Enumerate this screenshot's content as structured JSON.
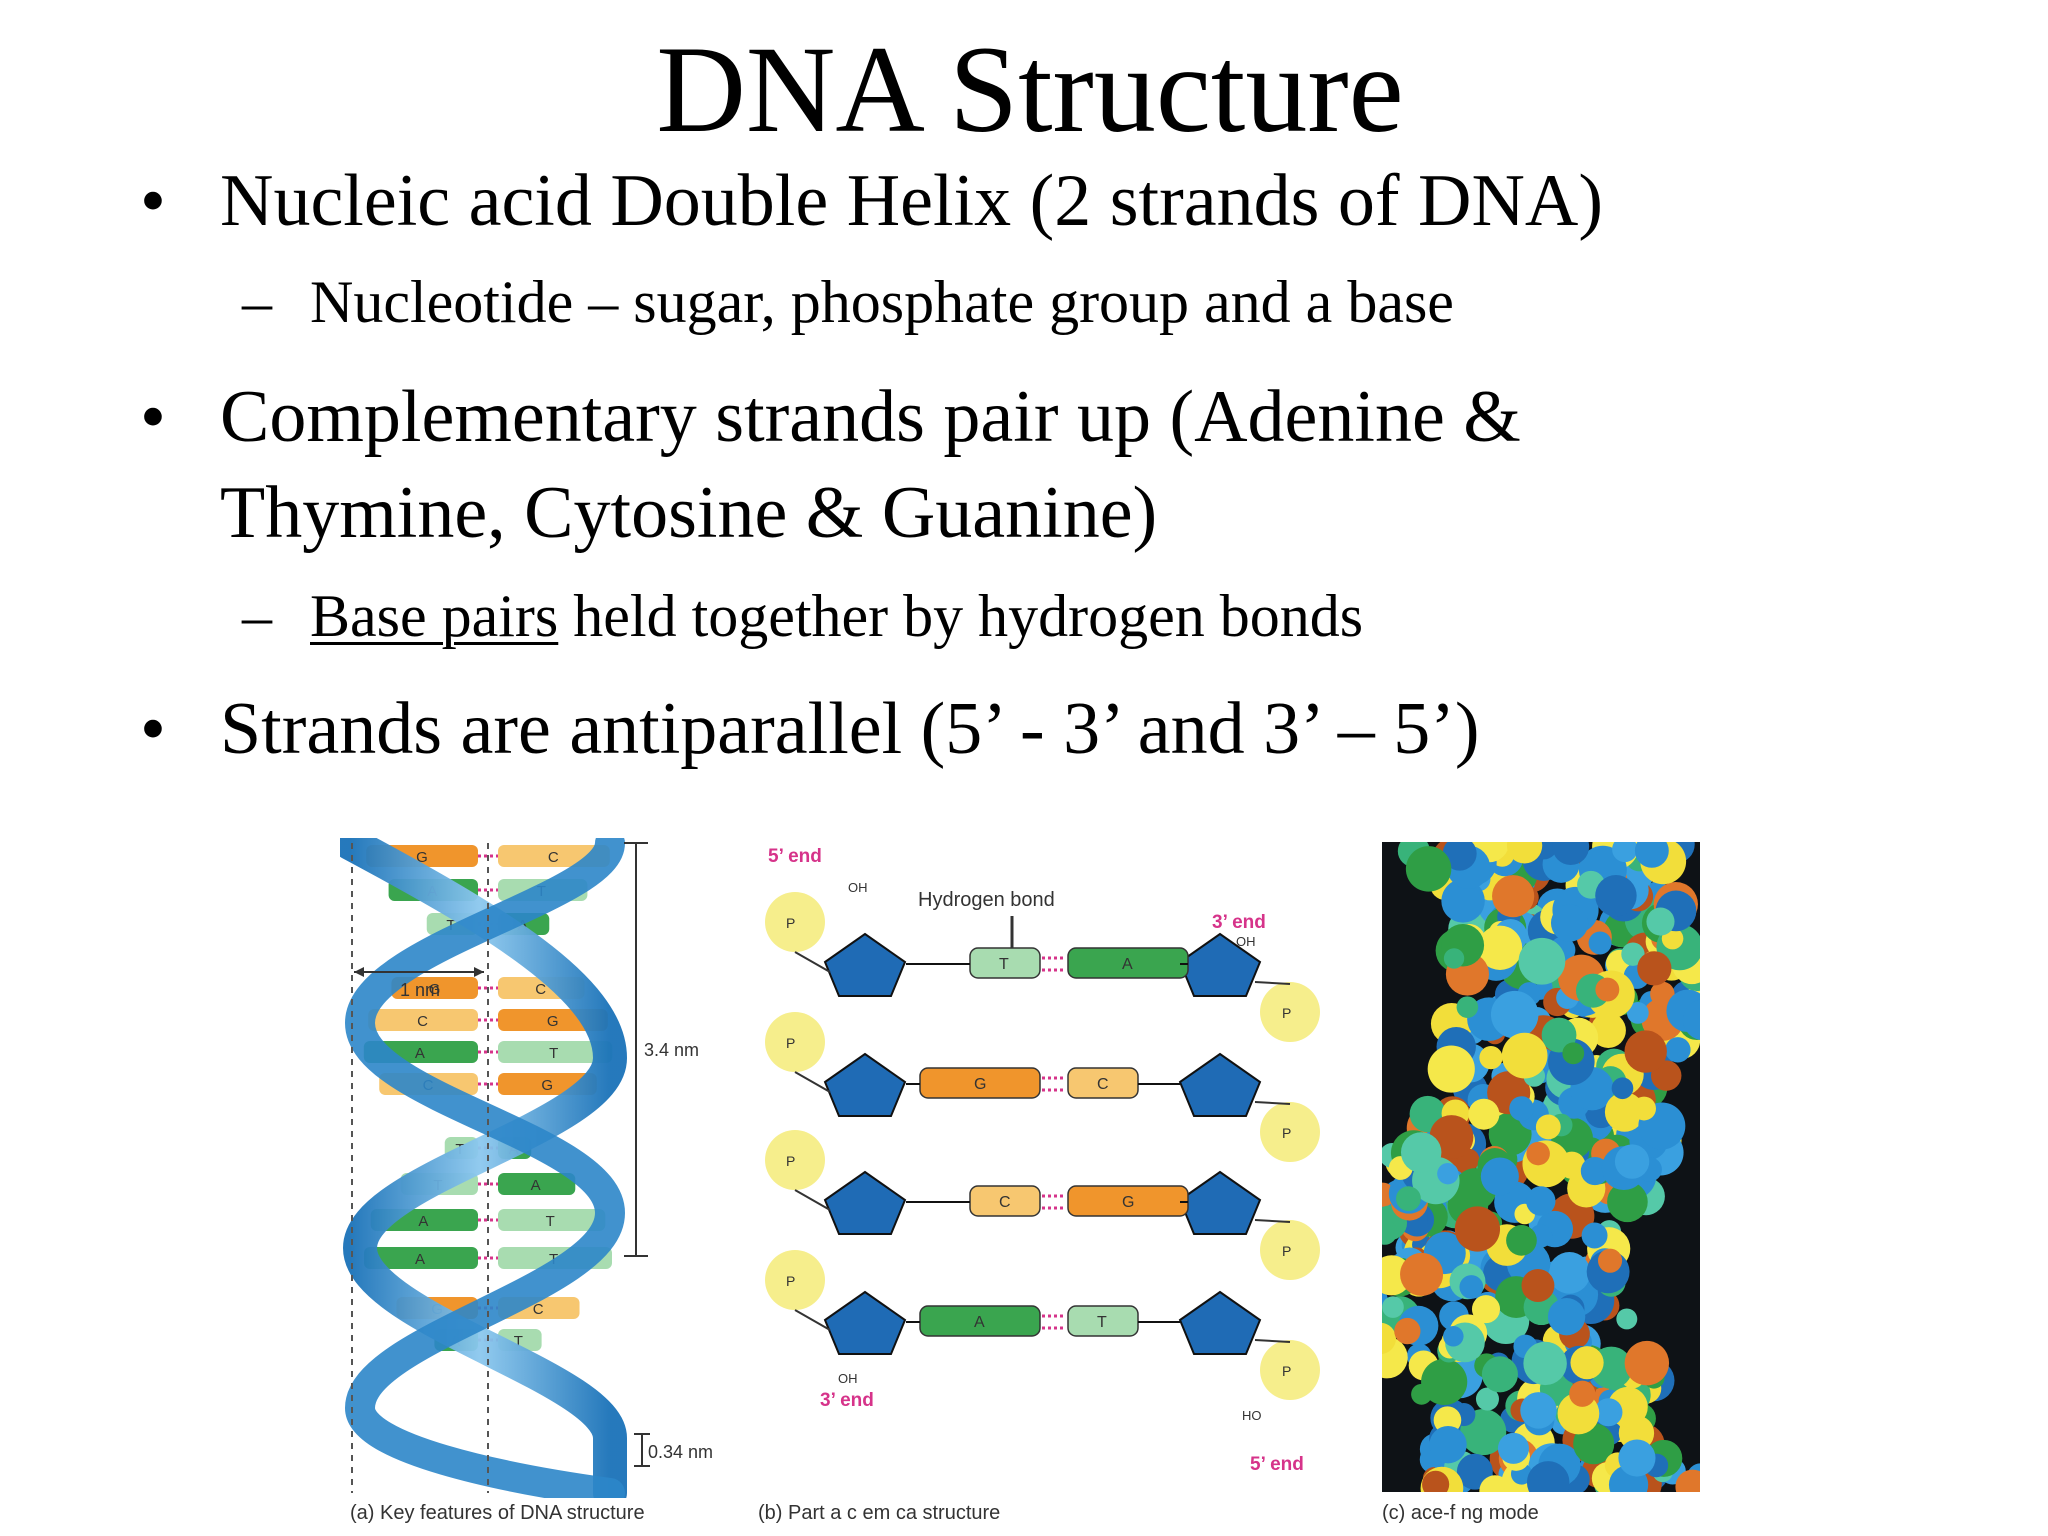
{
  "title": "DNA Structure",
  "bullets": [
    {
      "text": "Nucleic acid Double Helix (2 strands of DNA)",
      "sub": [
        {
          "text": "Nucleotide – sugar, phosphate group and a base"
        }
      ]
    },
    {
      "line1": "Complementary strands pair up (Adenine &",
      "line2": "Thymine, Cytosine & Guanine)",
      "sub": [
        {
          "underlined": "Base pairs",
          "rest": " held together by hydrogen bonds"
        }
      ]
    },
    {
      "text": "Strands are antiparallel (5’ - 3’ and 3’ – 5’)"
    }
  ],
  "bullet_glyph": "•",
  "dash_glyph": "–",
  "figure_a": {
    "caption": "(a) Key features of DNA structure",
    "label_width": "1 nm",
    "label_turn": "3.4 nm",
    "label_pair": "0.34 nm",
    "rungs": [
      {
        "l": "G",
        "r": "C"
      },
      {
        "l": "A",
        "r": "T"
      },
      {
        "l": "T",
        "r": "A"
      },
      {
        "l": "G",
        "r": "C"
      },
      {
        "l": "C",
        "r": "G"
      },
      {
        "l": "A",
        "r": "T"
      },
      {
        "l": "C",
        "r": "G"
      },
      {
        "l": "T",
        "r": "A"
      },
      {
        "l": "T",
        "r": "A"
      },
      {
        "l": "A",
        "r": "T"
      },
      {
        "l": "A",
        "r": "T"
      },
      {
        "l": "G",
        "r": "C"
      },
      {
        "l": "A",
        "r": "T"
      }
    ]
  },
  "figure_b": {
    "caption": "(b) Part a  c em ca  structure",
    "five_prime_top": "5’ end",
    "three_prime_top": "3’ end",
    "three_prime_bottom": "3’ end",
    "five_prime_bottom": "5’ end",
    "hydrogen_bond": "Hydrogen bond",
    "oh_top": "OH",
    "oh_bottom": "OH",
    "ho_bottom": "HO",
    "pairs": [
      {
        "l": "T",
        "r": "A"
      },
      {
        "l": "G",
        "r": "C"
      },
      {
        "l": "C",
        "r": "G"
      },
      {
        "l": "A",
        "r": "T"
      }
    ]
  },
  "figure_c": {
    "caption": "(c)  ace-f    ng mode"
  },
  "colors": {
    "orange": "#f0952c",
    "light_orange": "#f7c770",
    "green": "#3aa54f",
    "light_green": "#a8dcb0",
    "blue": "#2a8fce",
    "sugar_blue": "#1f6bb5",
    "phosphate_yellow": "#f6ee8c",
    "magenta": "#d6338a"
  }
}
